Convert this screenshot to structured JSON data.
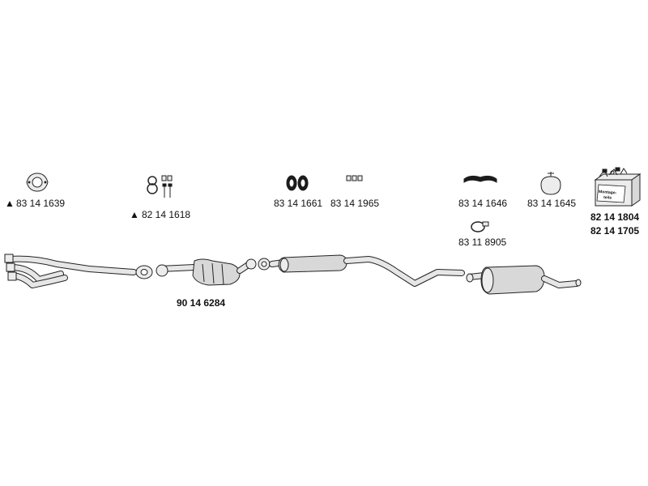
{
  "parts": {
    "flange_gasket": "83 14 1639",
    "clamp_kit": "82 14 1618",
    "rubber_mounts": "83 14 1661",
    "bolt_set": "83 14 1965",
    "hanger_strap": "83 14 1646",
    "clamp": "83 11 8905",
    "hanger_ring": "83 14 1645",
    "mounting_kit_a": "82 14 1804",
    "mounting_kit_b": "82 14 1705",
    "catalytic_converter": "90 14 6284"
  },
  "kit_box_label": [
    "Montage-",
    "teile"
  ],
  "marker_symbol": "▲",
  "colors": {
    "outline": "#222222",
    "part_fill": "#d8d8d8",
    "background": "#ffffff"
  }
}
